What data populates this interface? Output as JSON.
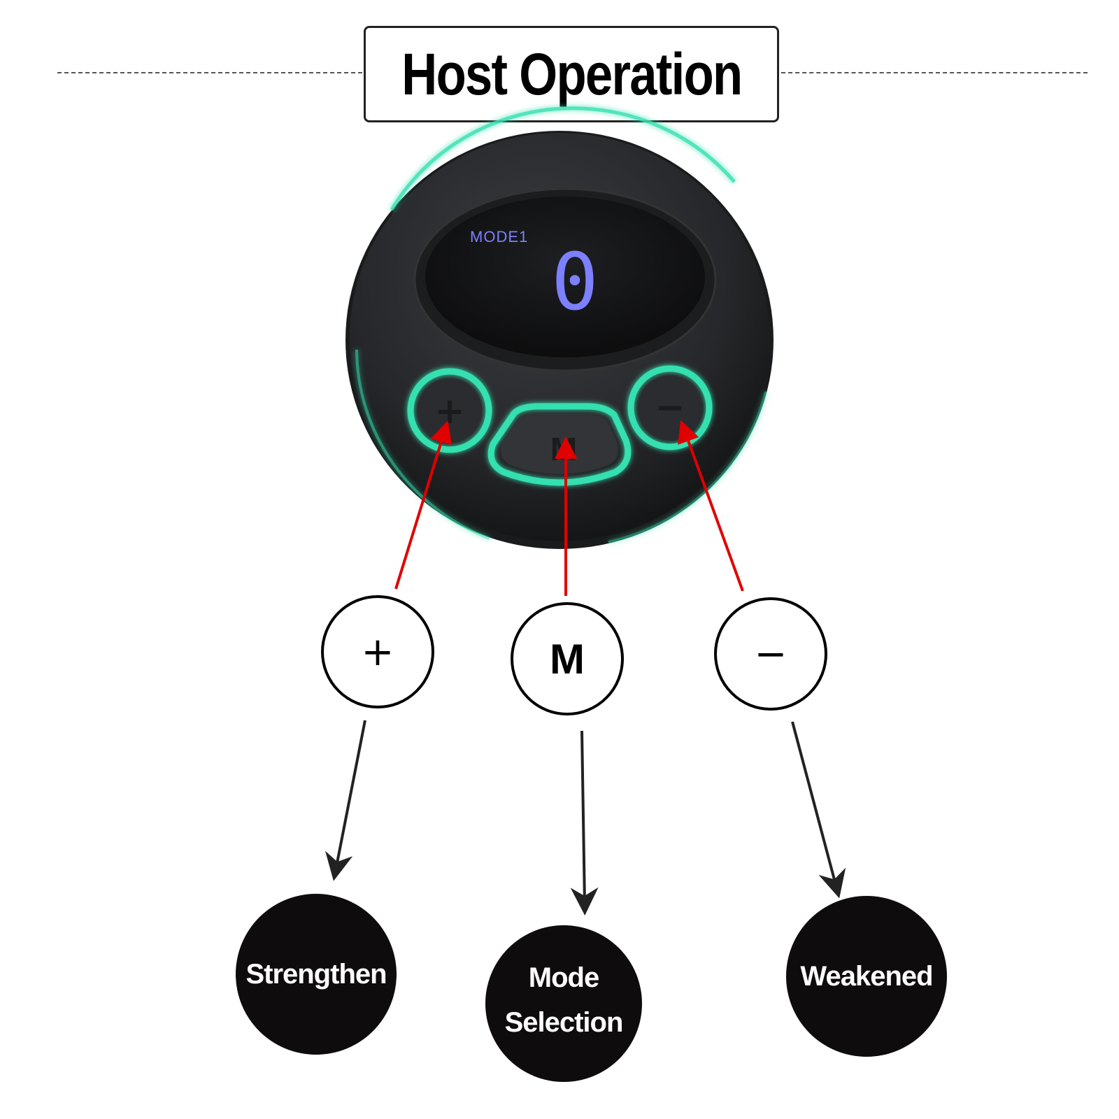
{
  "title": "Host Operation",
  "device": {
    "mode_text": "MODE1",
    "level_value": "0",
    "button_plus": "+",
    "button_m": "M",
    "button_minus": "−"
  },
  "legend": [
    {
      "symbol": "+",
      "label": "Strengthen"
    },
    {
      "symbol": "M",
      "label_line1": "Mode",
      "label_line2": "Selection"
    },
    {
      "symbol": "−",
      "label": "Weakened"
    }
  ],
  "colors": {
    "device_body": "#2a2b2d",
    "glow": "#35e0b0",
    "display_text": "#7d80ff",
    "red_arrow": "#e00000",
    "black_arrow": "#222222"
  }
}
